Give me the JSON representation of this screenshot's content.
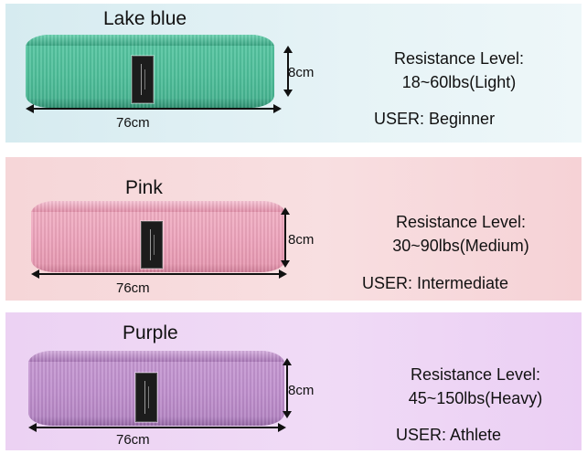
{
  "variants": [
    {
      "color_name": "Lake blue",
      "resistance_label": "Resistance Level:",
      "resistance_value": "18~60lbs(Light)",
      "user": "USER: Beginner",
      "height_label": "8cm",
      "width_label": "76cm",
      "band_color": "#4ebf9a"
    },
    {
      "color_name": "Pink",
      "resistance_label": "Resistance Level:",
      "resistance_value": "30~90lbs(Medium)",
      "user": "USER: Intermediate",
      "height_label": "8cm",
      "width_label": "76cm",
      "band_color": "#eda3bb"
    },
    {
      "color_name": "Purple",
      "resistance_label": "Resistance Level:",
      "resistance_value": "45~150lbs(Heavy)",
      "user": "USER: Athlete",
      "height_label": "8cm",
      "width_label": "76cm",
      "band_color": "#bf8fcd"
    }
  ]
}
